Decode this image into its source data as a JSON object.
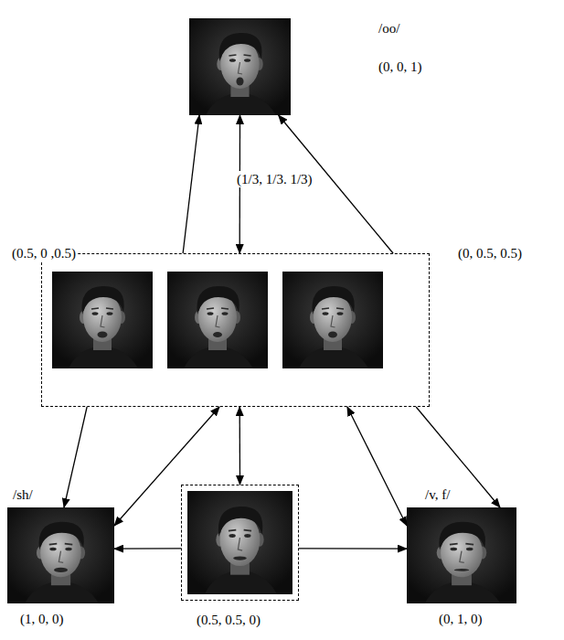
{
  "diagram": {
    "nodes": [
      {
        "text": [
          "/oo/",
          "(0, 0, 1)"
        ]
      },
      {
        "text": [
          "(0.5, 0 ,0.5)",
          "(0, 0.5, 0.5)"
        ]
      },
      {
        "text": [
          "/sh/",
          "(1, 0,  0)"
        ]
      },
      {
        "text": [
          "(0.5, 0.5, 0)"
        ]
      },
      {
        "text": [
          "/v, f/",
          "(0, 1, 0)"
        ]
      }
    ],
    "edges": [
      {
        "from": 1,
        "to": 0,
        "arrow": "to"
      },
      {
        "from": 1,
        "to": 0,
        "arrow": "both",
        "label": "(1/3, 1/3. 1/3)"
      },
      {
        "from": 1,
        "to": 0,
        "arrow": "to"
      },
      {
        "from": 1,
        "to": 2,
        "arrow": "to"
      },
      {
        "from": 2,
        "to": 1,
        "arrow": "both"
      },
      {
        "from": 3,
        "to": 1,
        "arrow": "both"
      },
      {
        "from": 4,
        "to": 1,
        "arrow": "both"
      },
      {
        "from": 1,
        "to": 4,
        "arrow": "to"
      },
      {
        "from": 3,
        "to": 2,
        "arrow": "to"
      },
      {
        "from": 3,
        "to": 4,
        "arrow": "to"
      }
    ]
  }
}
